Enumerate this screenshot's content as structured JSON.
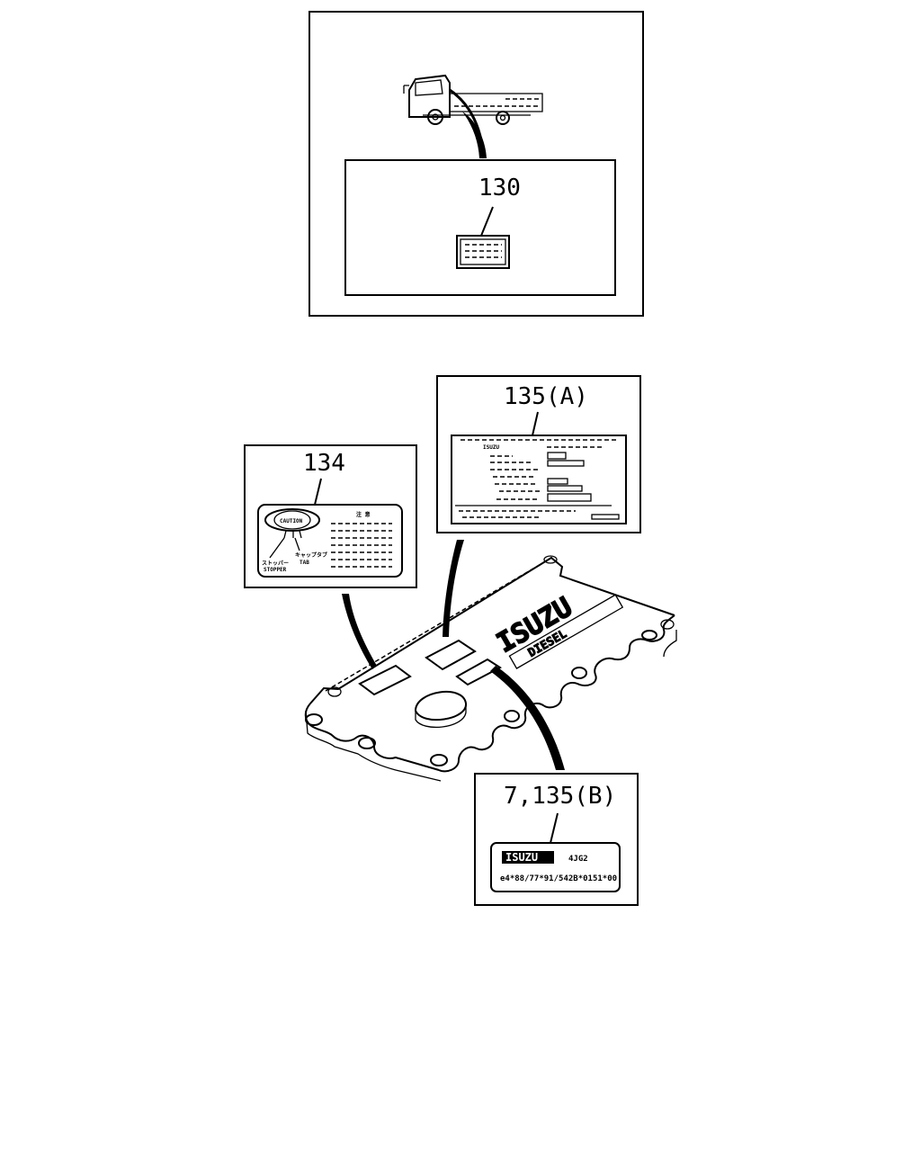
{
  "diagram": {
    "callouts": {
      "c130": "130",
      "c134": "134",
      "c135a": "135(A)",
      "c7135b": "7,135(B)"
    },
    "label_134": {
      "cap_text": "CAUTION",
      "header_mark": "注 意",
      "stopper_jp": "ストッパー",
      "stopper_en": "STOPPER",
      "tab_jp": "キャップタブ",
      "tab_en": "TAB"
    },
    "label_135a": {
      "brand": "ISUZU"
    },
    "label_7135b": {
      "brand": "ISUZU",
      "model": "4JG2",
      "line2": "e4*88/77*91/542B*0151*00"
    },
    "engine_cover": {
      "brand_text": "ISUZU",
      "sub_text": "DIESEL"
    }
  }
}
